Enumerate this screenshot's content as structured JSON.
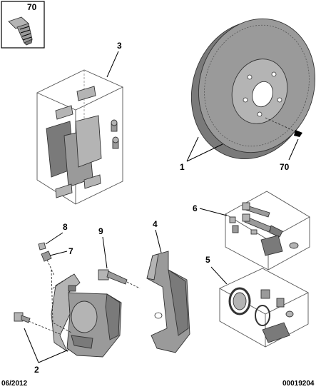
{
  "callouts": {
    "c70a": "70",
    "c3": "3",
    "c1": "1",
    "c70b": "70",
    "c6": "6",
    "c8": "8",
    "c9": "9",
    "c4": "4",
    "c7": "7",
    "c5": "5",
    "c2": "2"
  },
  "footer": {
    "date": "06/2012",
    "ref": "00019204"
  }
}
